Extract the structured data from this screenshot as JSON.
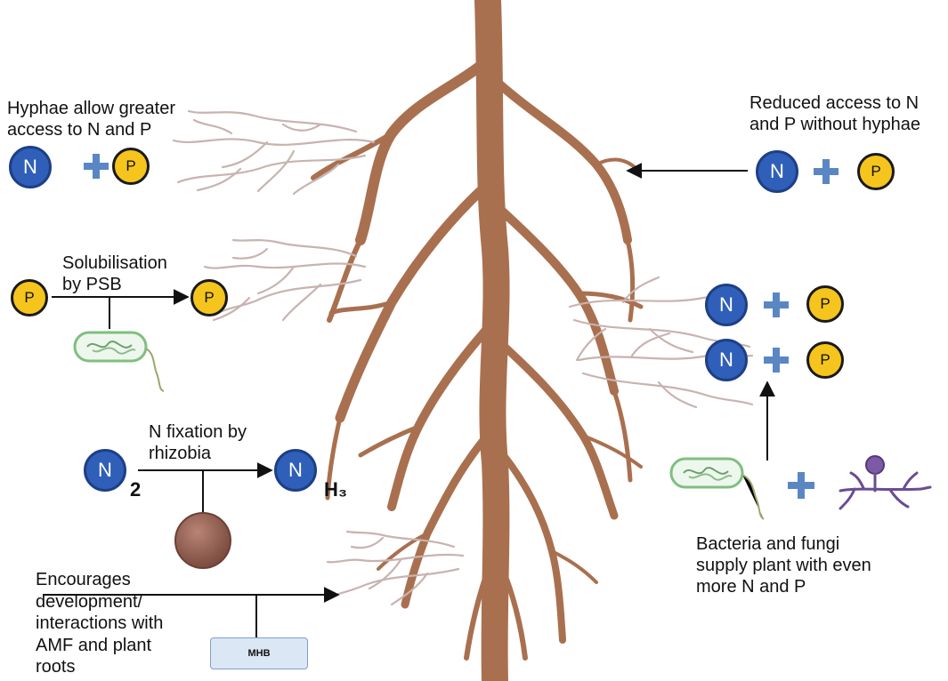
{
  "labels": {
    "hyphae_access": "Hyphae allow greater\naccess to N and P",
    "reduced_access": "Reduced access to N\nand P without hyphae",
    "solubilisation": "Solubilisation\nby PSB",
    "n_fixation": "N fixation by\nrhizobia",
    "encourages": "Encourages\ndevelopment/\ninteractions with\nAMF and plant\nroots",
    "bacteria_fungi": "Bacteria and fungi\nsupply plant with even\nmore N and P",
    "mhb": "MHB"
  },
  "symbols": {
    "nitrogen": "N",
    "phosphorus": "P",
    "n2_subscript": "2",
    "nh3_subscript": "H₃"
  },
  "colors": {
    "root": "#a9704f",
    "hyphae": "#c8b3b0",
    "nitrogen": "#2f5fb8",
    "phosphorus": "#f5c51d",
    "plus": "#5a87c4",
    "bacterium": "#7fbf7f",
    "fungus": "#6a4c93",
    "rhizobium": "#8a5a4c",
    "arrow": "#111111"
  }
}
